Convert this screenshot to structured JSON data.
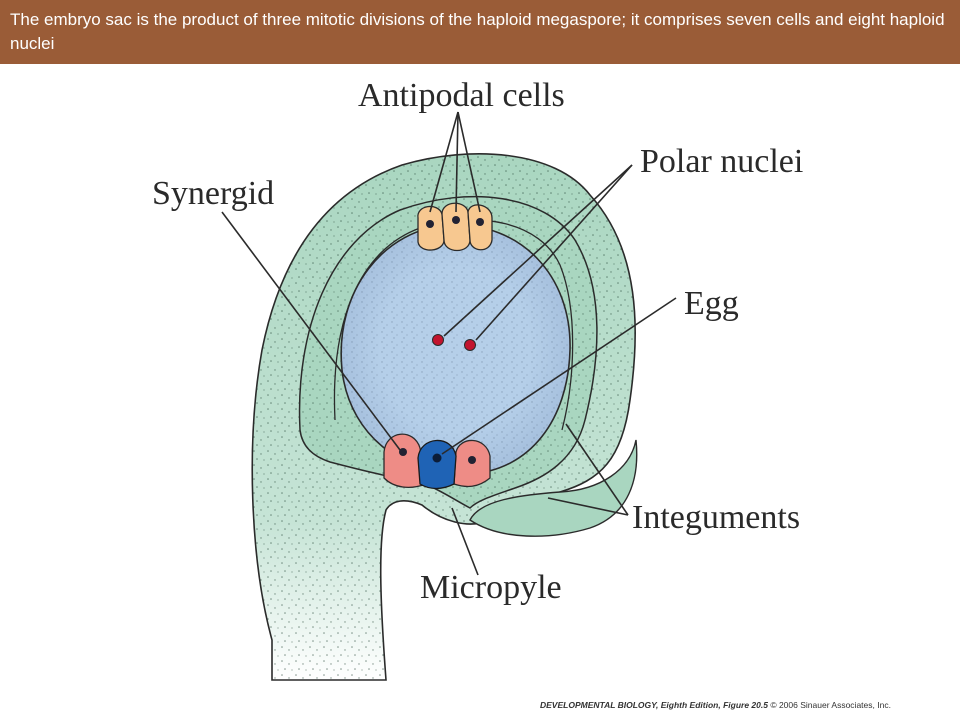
{
  "header": {
    "text": "The embryo sac is the product of three mitotic divisions of the haploid megaspore; it comprises seven cells and eight haploid nuclei"
  },
  "diagram": {
    "labels": {
      "antipodal": "Antipodal cells",
      "polar": "Polar nuclei",
      "synergid": "Synergid",
      "egg": "Egg",
      "integuments": "Integuments",
      "micropyle": "Micropyle"
    }
  },
  "caption": {
    "book": "DEVELOPMENTAL BIOLOGY, Eighth Edition, Figure 20.5",
    "copyright": "© 2006 Sinauer Associates, Inc."
  },
  "colors": {
    "header_bg": "#9a5c37",
    "integument": "#a9d6c0",
    "embryo_sac": "#b5cfe9",
    "antipodal": "#f7c890",
    "synergid": "#ee8c86",
    "egg": "#1f63b5",
    "polar_nucleus": "#c2142e"
  }
}
